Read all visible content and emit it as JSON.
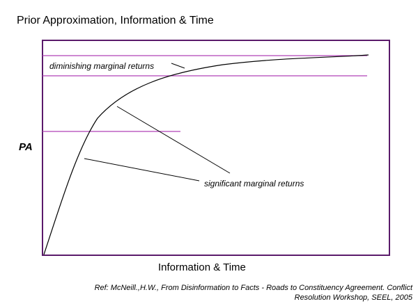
{
  "title": "Prior Approximation, Information & Time",
  "axes": {
    "y_label": "PA",
    "x_label": "Information & Time"
  },
  "annotations": {
    "diminishing": "diminishing marginal returns",
    "significant": "significant marginal returns"
  },
  "reference": {
    "line1": "Ref: McNeill.,H.W., From Disinformation to Facts - Roads to Constituency Agreement. Conflict",
    "line2": "Resolution Workshop, SEEL, 2005"
  },
  "colors": {
    "frame": "#5a1a6a",
    "guide_lines": "#b040b8",
    "curve": "#000000"
  }
}
